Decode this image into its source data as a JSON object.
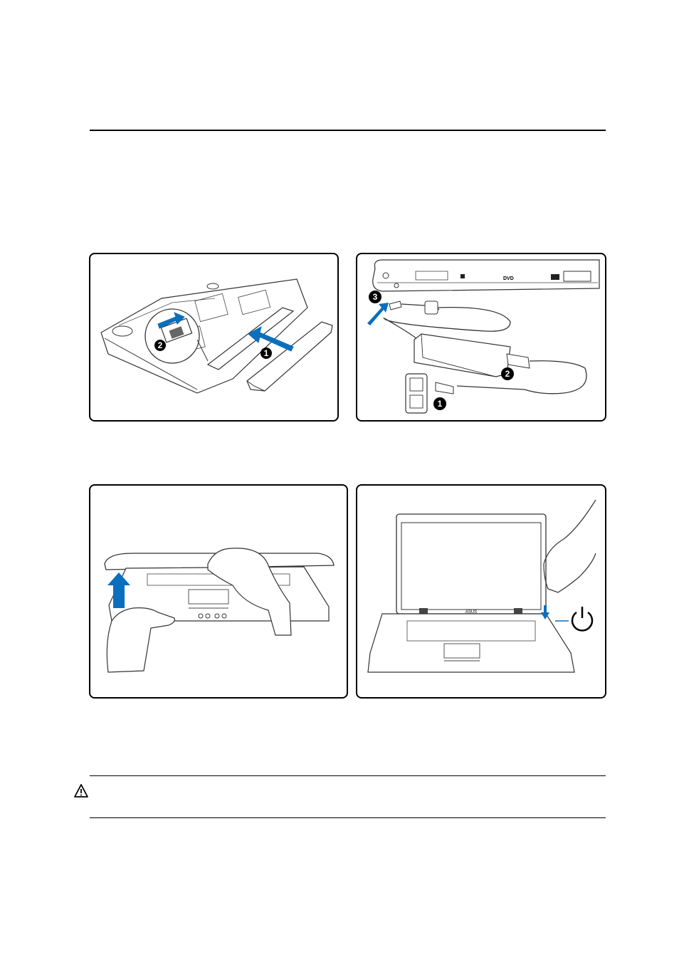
{
  "header": {
    "rule": true
  },
  "panels": {
    "battery": {
      "markers": [
        "2",
        "1"
      ]
    },
    "power": {
      "markers": [
        "3",
        "2",
        "1"
      ],
      "labels": {
        "dvd": "DVD"
      }
    },
    "open_lid": {},
    "power_on": {
      "brand": "ASUS"
    }
  },
  "icons": {
    "warning": "warning-icon",
    "power_symbol": "power-icon"
  },
  "colors": {
    "accent_blue": "#0a6fbd",
    "line": "#000000"
  }
}
